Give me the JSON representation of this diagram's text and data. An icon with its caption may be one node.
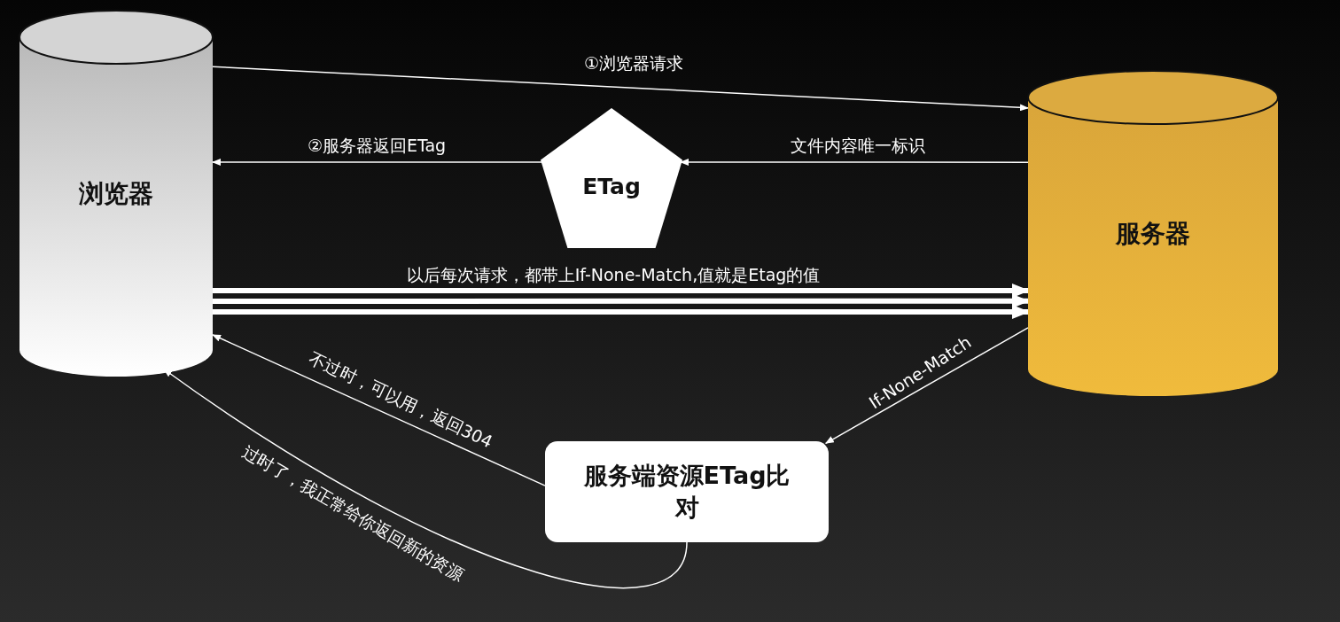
{
  "diagram": {
    "nodes": [
      {
        "text": [
          "浏览器"
        ]
      },
      {
        "text": [
          "服务器"
        ]
      },
      {
        "text": [
          "ETag"
        ]
      },
      {
        "text": [
          "服务端资源ETag比对"
        ]
      }
    ],
    "edges": [
      {
        "from": 0,
        "to": 1,
        "arrow": "to",
        "label": "①浏览器请求"
      },
      {
        "from": 2,
        "to": 0,
        "arrow": "to",
        "label": "②服务器返回ETag"
      },
      {
        "from": 1,
        "to": 2,
        "arrow": "to",
        "label": "文件内容唯一标识"
      },
      {
        "from": 0,
        "to": 1,
        "arrow": "to",
        "style": "thick",
        "label": "以后每次请求，都带上If-None-Match,值就是Etag的值"
      },
      {
        "from": 0,
        "to": 1,
        "arrow": "to",
        "style": "thick"
      },
      {
        "from": 0,
        "to": 1,
        "arrow": "to",
        "style": "thick"
      },
      {
        "from": 1,
        "to": 3,
        "arrow": "to",
        "label": "If-None-Match"
      },
      {
        "from": 3,
        "to": 0,
        "arrow": "to",
        "label": "不过时，可以用，返回304"
      },
      {
        "from": 3,
        "to": 0,
        "arrow": "to",
        "label": "过时了，我正常给你返回新的资源"
      }
    ]
  }
}
